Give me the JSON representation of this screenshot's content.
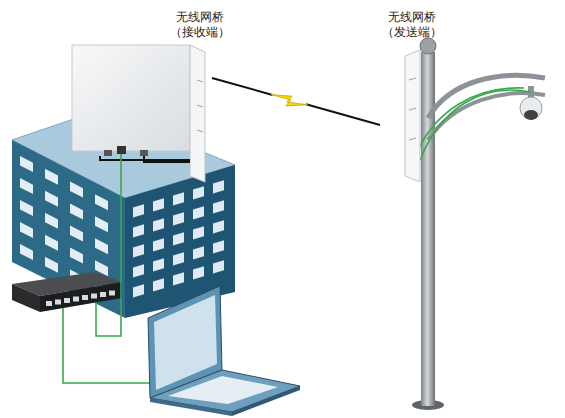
{
  "diagram": {
    "nodes": [
      {
        "text": [
          "无线网桥 （接收端）"
        ]
      },
      {
        "text": [
          "无线网桥 （发送端）"
        ]
      }
    ],
    "edges": [
      {
        "from": 0,
        "to": 1,
        "arrow": "none"
      }
    ]
  }
}
